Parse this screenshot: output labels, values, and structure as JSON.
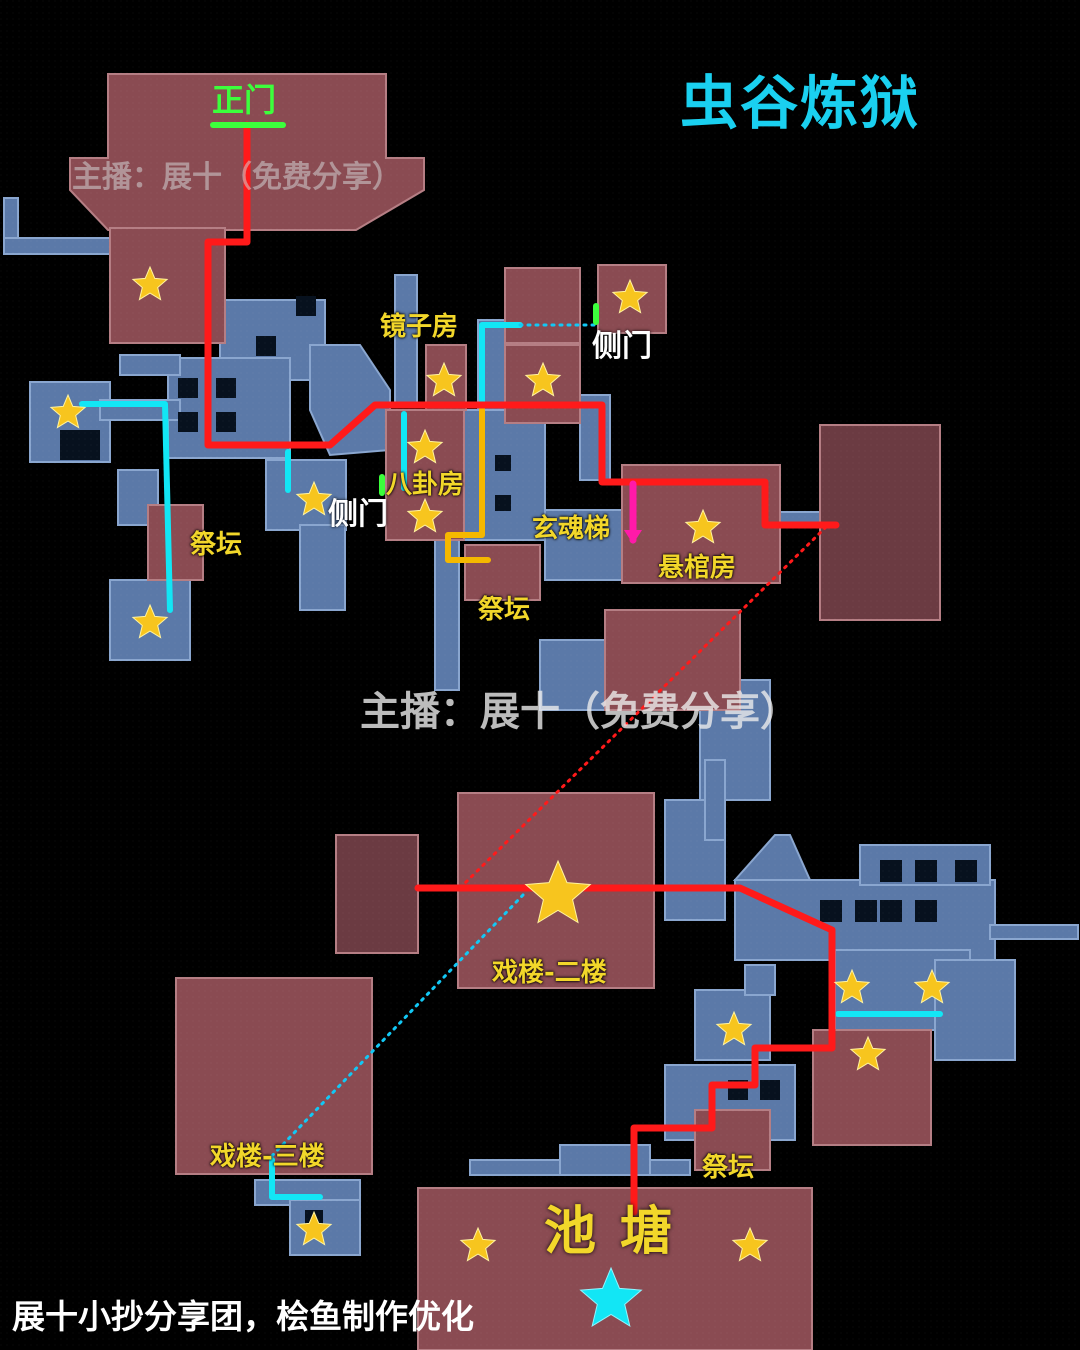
{
  "map": {
    "title": "虫谷炼狱",
    "streamer_watermark": "主播：展十（免费分享）",
    "credit": "展十小抄分享团，桧鱼制作优化",
    "labels": {
      "main_gate": "正门",
      "side_door": "侧门",
      "mirror_room": "镜子房",
      "bagua_room": "八卦房",
      "altar": "祭坛",
      "xuanhun_ladder": "玄魂梯",
      "hanging_coffin_room": "悬棺房",
      "theater_2f": "戏楼-二楼",
      "theater_3f": "戏楼-三楼",
      "pond": "池塘"
    },
    "legend_colors": {
      "main_route": "#ff1a1a",
      "side_route": "#12e6f5",
      "alt_route": "#f5b800",
      "ladder_route": "#ff1aa8",
      "door_marker": "#3cff3c",
      "room": "#8a4b52",
      "corridor": "#5b79a8",
      "star": "#f7c51e",
      "final_star": "#12e6f5"
    },
    "icons": [
      "star-icon",
      "big-star-icon",
      "cyan-star-icon"
    ]
  }
}
